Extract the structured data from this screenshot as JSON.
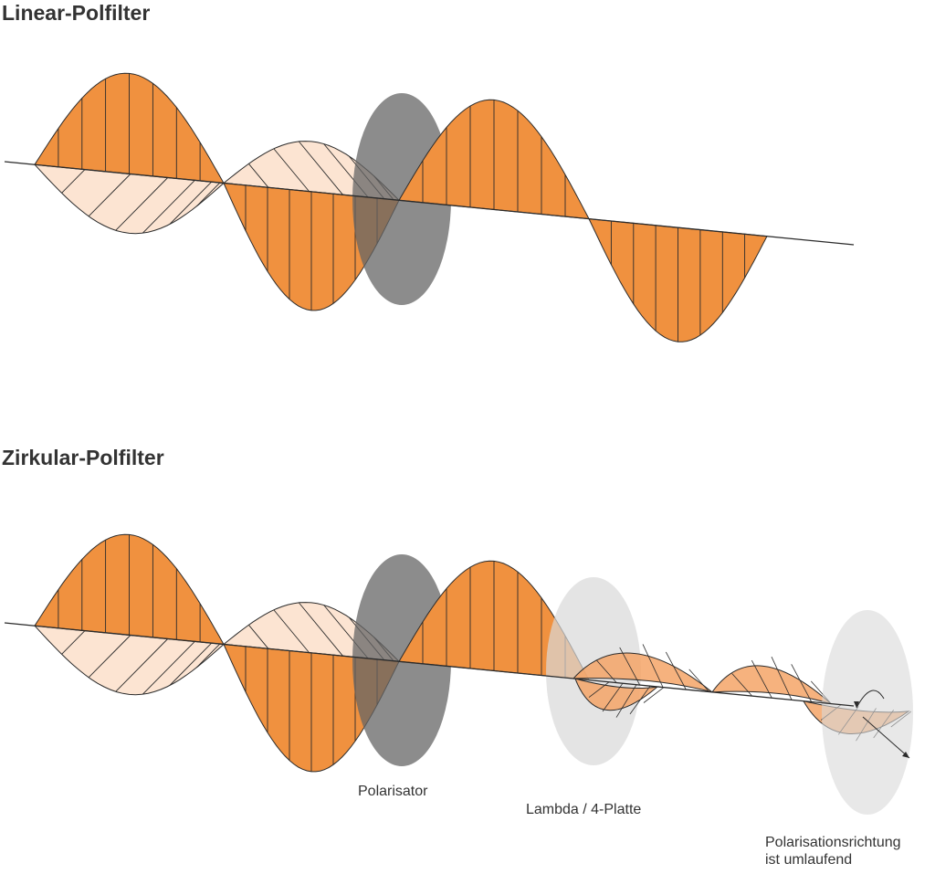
{
  "titles": {
    "linear": "Linear-Polfilter",
    "circular": "Zirkular-Polfilter"
  },
  "labels": {
    "polarizer": "Polarisator",
    "quarter_wave_plate": "Lambda / 4-Platte",
    "rotation_line1": "Polarisationsrichtung",
    "rotation_line2": "ist umlaufend"
  },
  "colors": {
    "wave_fill": "#F0913F",
    "wave_fill_light": "#FCE4D2",
    "wave_fill_circular": "#F4A567",
    "polarizer_fill": "#666666",
    "plate_fill": "#D8D8D8",
    "stroke": "#2b2b2b"
  }
}
